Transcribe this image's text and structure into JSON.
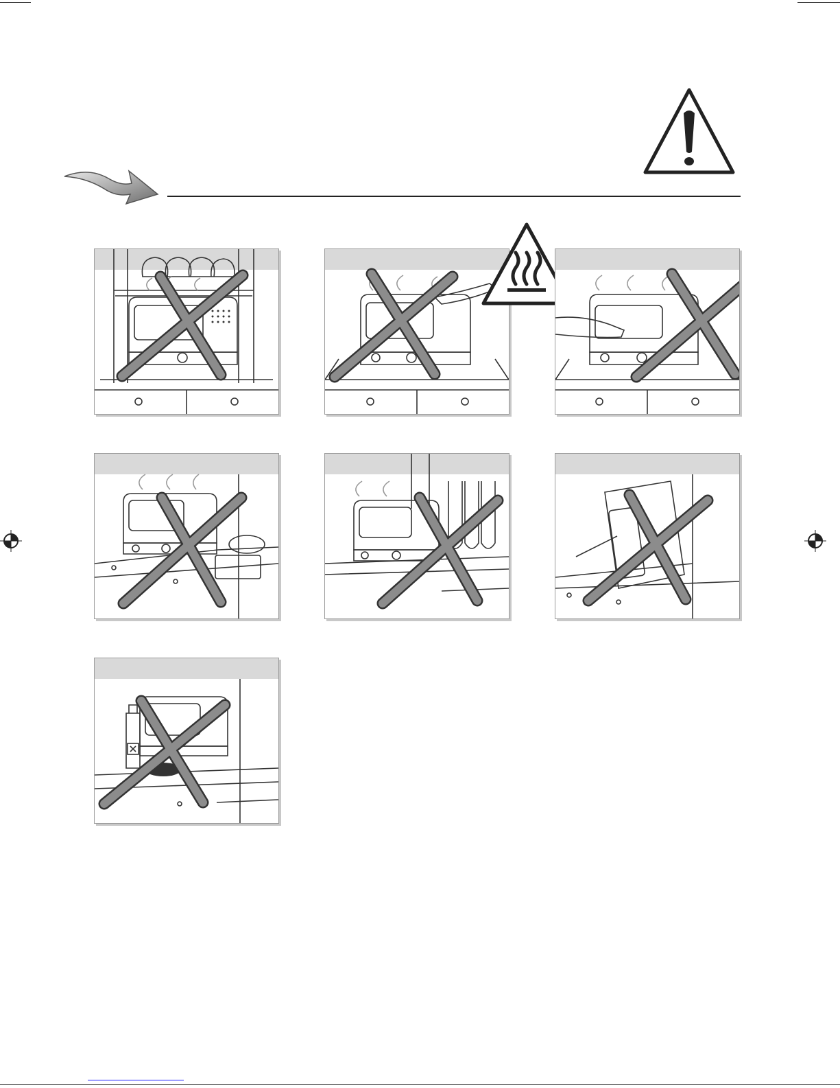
{
  "page": {
    "icons": [
      "warning-exclamation-icon",
      "arrow-pointer-icon",
      "hot-surface-warning-icon",
      "registration-mark-icon"
    ],
    "colors": {
      "line": "#222222",
      "panel_header": "#d9d9d9",
      "cross_fill": "#8c8c8c",
      "cross_stroke": "#333333",
      "footer_link": "#1a1aff"
    }
  },
  "panels": [
    {
      "id": "shelf",
      "scene": "oven-under-shelf"
    },
    {
      "id": "touch-top",
      "scene": "hand-touching-hot-oven"
    },
    {
      "id": "touch-door",
      "scene": "hand-near-open-door"
    },
    {
      "id": "near-hob",
      "scene": "oven-near-hob"
    },
    {
      "id": "near-curtain",
      "scene": "oven-near-curtain"
    },
    {
      "id": "tilted",
      "scene": "oven-tilted"
    },
    {
      "id": "flammable",
      "scene": "oven-near-flammables"
    }
  ]
}
